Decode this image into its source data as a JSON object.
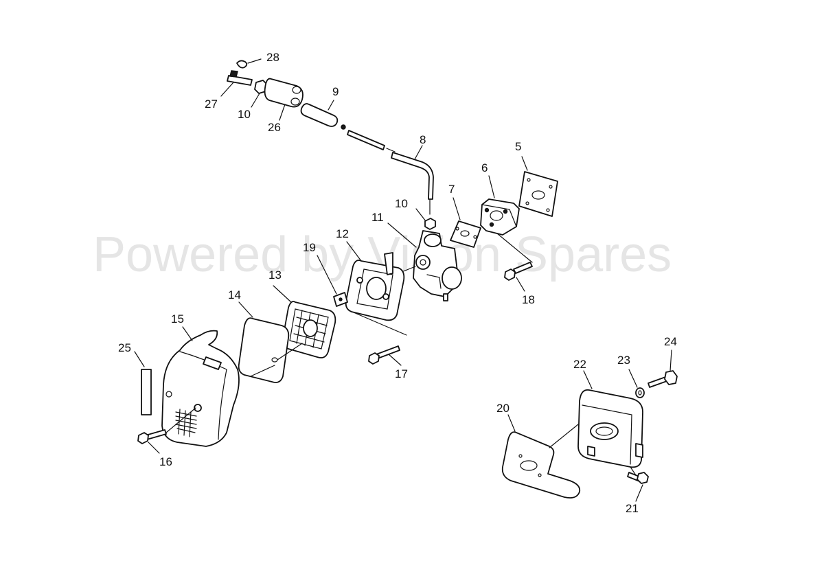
{
  "watermark": "Powered by Vision Spares",
  "labels": {
    "p5": "5",
    "p6": "6",
    "p7": "7",
    "p8": "8",
    "p9": "9",
    "p10a": "10",
    "p10b": "10",
    "p11": "11",
    "p12": "12",
    "p13": "13",
    "p14": "14",
    "p15": "15",
    "p16": "16",
    "p17": "17",
    "p18": "18",
    "p19": "19",
    "p20": "20",
    "p21": "21",
    "p22": "22",
    "p23": "23",
    "p24": "24",
    "p25": "25",
    "p26": "26",
    "p27": "27",
    "p28": "28"
  }
}
